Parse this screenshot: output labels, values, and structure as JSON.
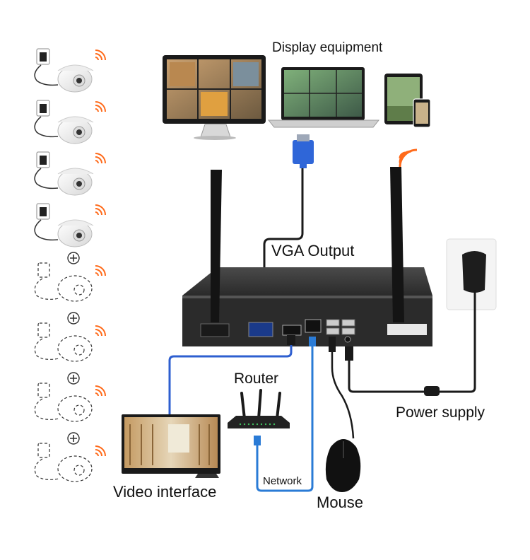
{
  "labels": {
    "display_equipment": "Display equipment",
    "vga_output": "VGA Output",
    "router": "Router",
    "power_supply": "Power supply",
    "video_interface": "Video interface",
    "network": "Network",
    "mouse": "Mouse"
  },
  "cameras": {
    "connected_count": 4,
    "expansion_slots": 4,
    "add_symbol": "+"
  },
  "colors": {
    "hdmi_cable": "#2e5fd0",
    "network_cable": "#2a7bd6",
    "wifi_signal": "#ff6a1a",
    "nvr_body": "#2b2b2b",
    "vga_connector": "#2f66d8"
  },
  "icons": [
    "wifi-signal-icon",
    "dome-camera-icon",
    "power-adapter-icon",
    "plus-icon",
    "monitor-icon",
    "laptop-icon",
    "tablet-icon",
    "phone-icon",
    "router-icon",
    "mouse-icon",
    "vga-connector-icon",
    "antenna-icon"
  ]
}
